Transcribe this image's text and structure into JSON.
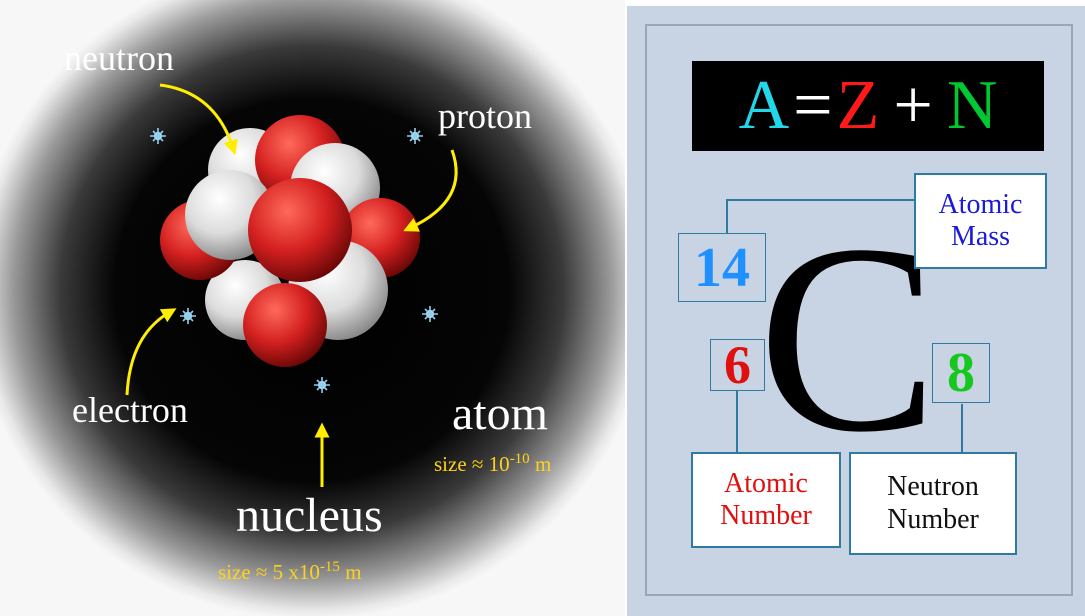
{
  "atom": {
    "labels": {
      "neutron": "neutron",
      "proton": "proton",
      "electron": "electron",
      "atom": "atom",
      "nucleus": "nucleus"
    },
    "atom_size": {
      "prefix": "size ≈ 10",
      "exponent": "-10",
      "unit": " m"
    },
    "nucleus_size": {
      "prefix": "size ≈ 5 x10",
      "exponent": "-15",
      "unit": " m"
    },
    "colors": {
      "proton": "#d42020",
      "neutron": "#e6e6e6",
      "arrow": "#ffee00",
      "size_text": "#ffd21a"
    }
  },
  "notation": {
    "formula": {
      "a": "A",
      "eq": "=",
      "z": "Z",
      "plus": "+",
      "n": "N"
    },
    "formula_colors": {
      "a": "#22d8e8",
      "z": "#ff1a1a",
      "n": "#00c832",
      "op": "#ffffff"
    },
    "mass_number": "14",
    "atomic_number": "6",
    "neutron_count": "8",
    "element_symbol": "C",
    "atomic_mass_label": "Atomic\nMass",
    "atomic_number_label": "Atomic\nNumber",
    "neutron_number_label": "Neutron\nNumber",
    "colors": {
      "mass": "#1e90ff",
      "atomic_number": "#e01010",
      "neutron": "#16c81e",
      "mass_label": "#1a1ad8",
      "number_label": "#e01010",
      "neutron_label": "#111111"
    }
  }
}
